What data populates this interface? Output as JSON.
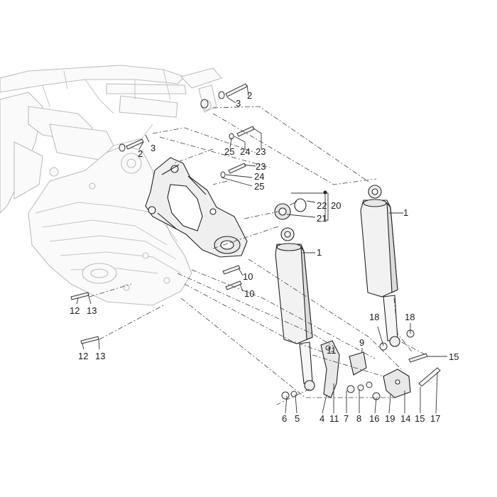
{
  "diagram": {
    "callouts": [
      {
        "id": "c1a",
        "text": "1"
      },
      {
        "id": "c1b",
        "text": "1"
      },
      {
        "id": "c2a",
        "text": "2"
      },
      {
        "id": "c2b",
        "text": "2"
      },
      {
        "id": "c3a",
        "text": "3"
      },
      {
        "id": "c3b",
        "text": "3"
      },
      {
        "id": "c4",
        "text": "4"
      },
      {
        "id": "c5",
        "text": "5"
      },
      {
        "id": "c6",
        "text": "6"
      },
      {
        "id": "c7",
        "text": "7"
      },
      {
        "id": "c8",
        "text": "8"
      },
      {
        "id": "c9",
        "text": "9"
      },
      {
        "id": "c10a",
        "text": "10"
      },
      {
        "id": "c10b",
        "text": "10"
      },
      {
        "id": "c11a",
        "text": "11"
      },
      {
        "id": "c11b",
        "text": "11"
      },
      {
        "id": "c12a",
        "text": "12"
      },
      {
        "id": "c12b",
        "text": "12"
      },
      {
        "id": "c13a",
        "text": "13"
      },
      {
        "id": "c13b",
        "text": "13"
      },
      {
        "id": "c14",
        "text": "14"
      },
      {
        "id": "c15a",
        "text": "15"
      },
      {
        "id": "c15b",
        "text": "15"
      },
      {
        "id": "c16",
        "text": "16"
      },
      {
        "id": "c17",
        "text": "17"
      },
      {
        "id": "c18a",
        "text": "18"
      },
      {
        "id": "c18b",
        "text": "18"
      },
      {
        "id": "c19",
        "text": "19"
      },
      {
        "id": "c20",
        "text": "20"
      },
      {
        "id": "c21",
        "text": "21"
      },
      {
        "id": "c22",
        "text": "22"
      },
      {
        "id": "c23a",
        "text": "23"
      },
      {
        "id": "c23b",
        "text": "23"
      },
      {
        "id": "c24a",
        "text": "24"
      },
      {
        "id": "c24b",
        "text": "24"
      },
      {
        "id": "c25a",
        "text": "25"
      },
      {
        "id": "c25b",
        "text": "25"
      }
    ],
    "colors": {
      "line": "#222222",
      "ghost": "#bdbdbd",
      "shock_body": "#f2f2f2",
      "shock_shadow": "#d9d9d9"
    }
  }
}
